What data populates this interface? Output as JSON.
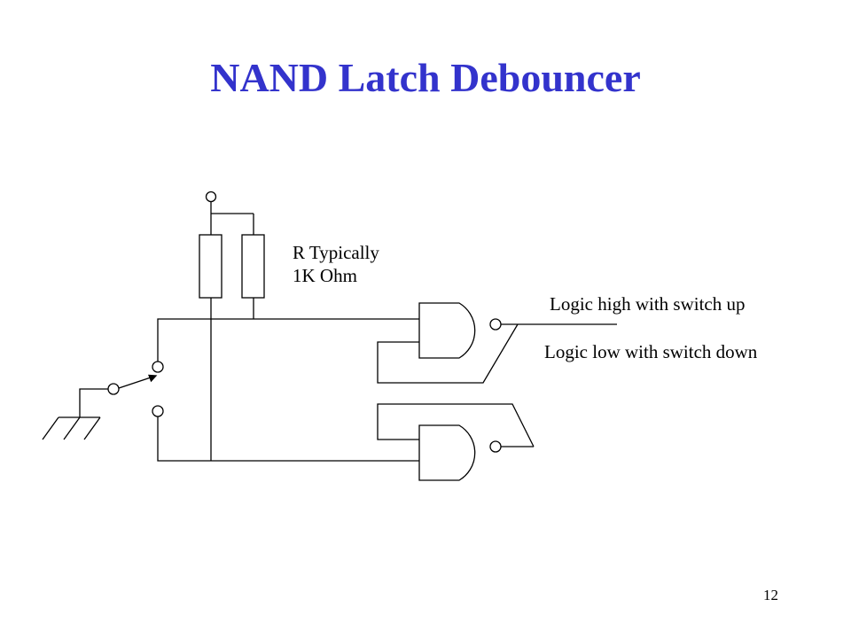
{
  "slide": {
    "title": "NAND Latch Debouncer",
    "page_number": "12"
  },
  "labels": {
    "resistor_note_line1": "R Typically",
    "resistor_note_line2": "1K Ohm",
    "output_high": "Logic high with switch up",
    "output_low": "Logic low with switch down"
  },
  "colors": {
    "title": "#3333cc",
    "ink": "#000000",
    "background": "#ffffff"
  }
}
